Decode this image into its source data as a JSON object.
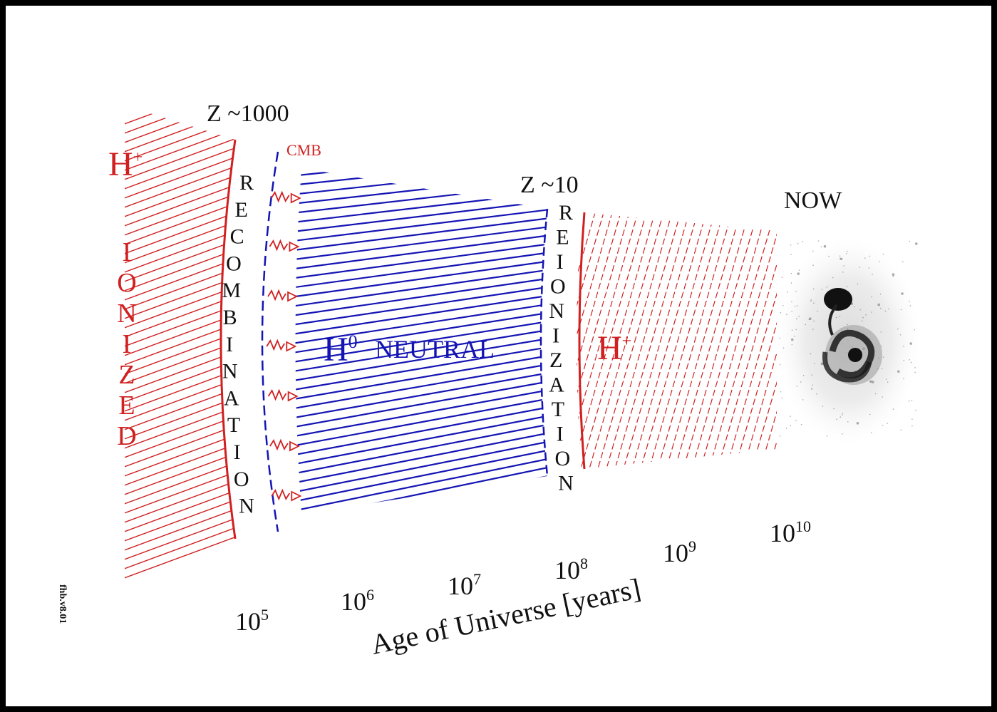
{
  "title_z1000": "Z ~1000",
  "title_z10": "Z ~10",
  "now_label": "NOW",
  "cmb_label": "CMB",
  "h_plus": "H",
  "plus_sup": "+",
  "h_zero": "H",
  "zero_sup": "0",
  "neutral_label": "NEUTRAL",
  "ionized_letters": [
    "I",
    "O",
    "N",
    "I",
    "Z",
    "E",
    "D"
  ],
  "recombination_letters": [
    "R",
    "E",
    "C",
    "O",
    "M",
    "B",
    "I",
    "N",
    "A",
    "T",
    "I",
    "O",
    "N"
  ],
  "reionization_letters": [
    "R",
    "E",
    "I",
    "O",
    "N",
    "I",
    "Z",
    "A",
    "T",
    "I",
    "O",
    "N"
  ],
  "axis": {
    "label": "Age of Universe [years]",
    "ticks": [
      {
        "base": "10",
        "exp": "5"
      },
      {
        "base": "10",
        "exp": "6"
      },
      {
        "base": "10",
        "exp": "7"
      },
      {
        "base": "10",
        "exp": "8"
      },
      {
        "base": "10",
        "exp": "9"
      },
      {
        "base": "10",
        "exp": "10"
      }
    ]
  },
  "credit": "fhb.v8.01",
  "colors": {
    "ionized": "#d02020",
    "neutral": "#1414b4",
    "text": "#111111",
    "galaxy": "#1a1a1a"
  }
}
